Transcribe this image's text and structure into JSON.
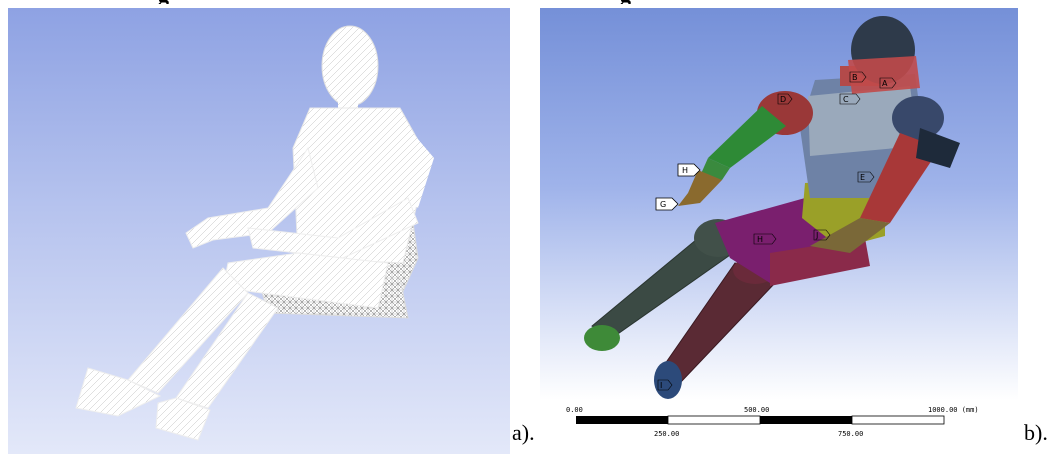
{
  "figure": {
    "panel_a_label": "a).",
    "panel_b_label": "b).",
    "top_text_left": "g",
    "top_text_right": "g"
  },
  "markers": [
    "H",
    "G",
    "D",
    "C",
    "A",
    "B",
    "E",
    "H",
    "J",
    "I"
  ],
  "scale_bar": {
    "top_ticks": [
      "0.00",
      "500.00",
      "1000.00 (mm)"
    ],
    "bottom_ticks": [
      "250.00",
      "750.00"
    ]
  }
}
